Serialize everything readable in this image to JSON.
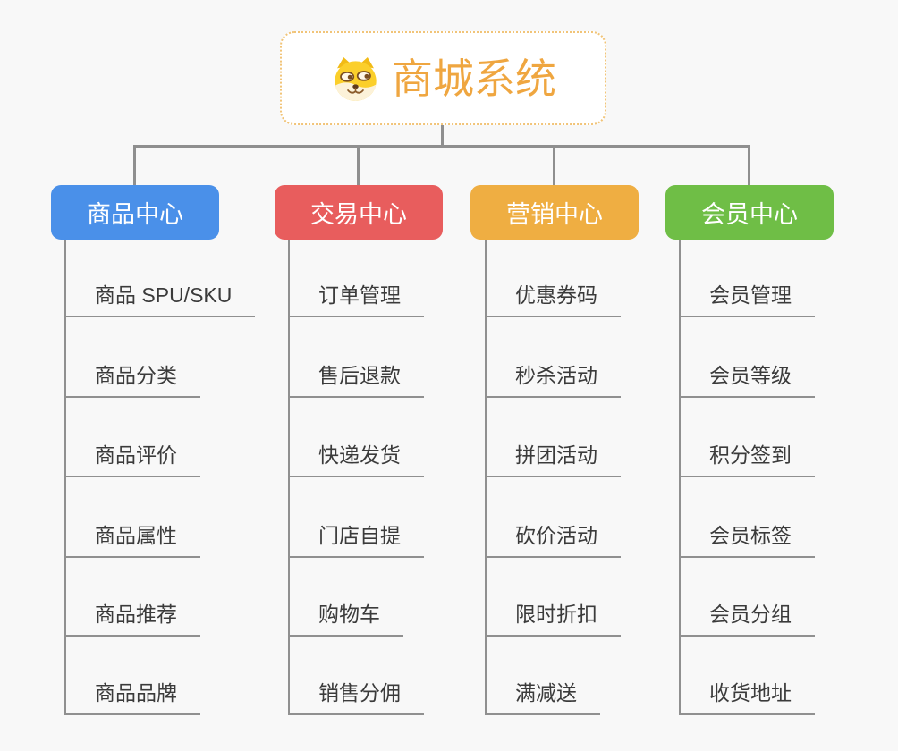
{
  "root": {
    "title": "商城系统",
    "icon": "doge-icon",
    "accent_color": "#EFA640",
    "border_color": "#F1C478"
  },
  "connector_color": "#8F8F8F",
  "underline_color": "#909090",
  "branches": [
    {
      "label": "商品中心",
      "color": "#4A90E9",
      "items": [
        "商品 SPU/SKU",
        "商品分类",
        "商品评价",
        "商品属性",
        "商品推荐",
        "商品品牌"
      ]
    },
    {
      "label": "交易中心",
      "color": "#E85D5D",
      "items": [
        "订单管理",
        "售后退款",
        "快递发货",
        "门店自提",
        "购物车",
        "销售分佣"
      ]
    },
    {
      "label": "营销中心",
      "color": "#EFAE42",
      "items": [
        "优惠券码",
        "秒杀活动",
        "拼团活动",
        "砍价活动",
        "限时折扣",
        "满减送"
      ]
    },
    {
      "label": "会员中心",
      "color": "#6FBE46",
      "items": [
        "会员管理",
        "会员等级",
        "积分签到",
        "会员标签",
        "会员分组",
        "收货地址"
      ]
    }
  ]
}
